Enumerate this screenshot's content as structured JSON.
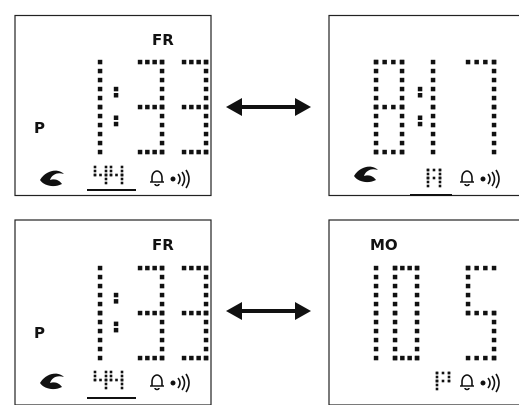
{
  "panels": [
    {
      "day": "FR",
      "mode": "P",
      "digits": [
        "1",
        "3",
        "3"
      ],
      "colon": true,
      "small": [
        "4",
        "4"
      ],
      "small_underline": true,
      "wave_icon": "wave-icon",
      "bell_icon": "bell-icon",
      "sound_icon": "sound-icon"
    },
    {
      "day": "",
      "mode": "",
      "digits": [
        "8",
        "1",
        "7"
      ],
      "colon": true,
      "small": [
        "A"
      ],
      "small_underline": true,
      "wave_icon": "wave-icon",
      "bell_icon": "bell-icon",
      "sound_icon": "sound-icon"
    },
    {
      "day": "FR",
      "mode": "P",
      "digits": [
        "1",
        "3",
        "3"
      ],
      "colon": true,
      "small": [
        "4",
        "4"
      ],
      "small_underline": true,
      "wave_icon": "wave-icon",
      "bell_icon": "bell-icon",
      "sound_icon": "sound-icon"
    },
    {
      "day": "MO",
      "mode": "",
      "digits": [
        "1",
        "0",
        "5"
      ],
      "colon": false,
      "small": [
        "P"
      ],
      "small_underline": false,
      "wave_icon": "",
      "bell_icon": "bell-icon",
      "sound_icon": "sound-icon"
    }
  ],
  "arrows": [
    "double-arrow-icon",
    "double-arrow-icon"
  ],
  "colors": {
    "ink": "#111111",
    "frame": "#222222",
    "background": "#ffffff"
  }
}
